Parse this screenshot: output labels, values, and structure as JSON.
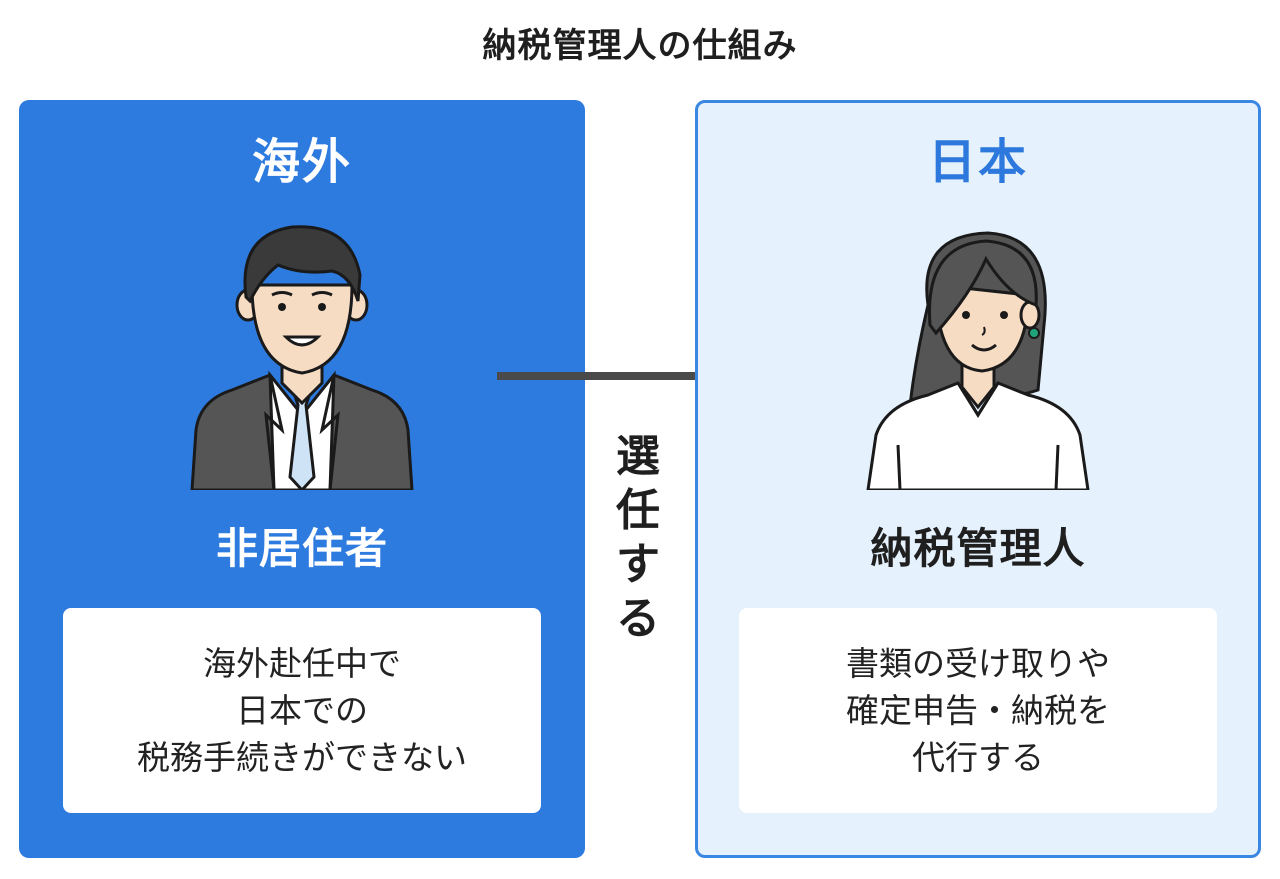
{
  "title": "納税管理人の仕組み",
  "left": {
    "heading": "海外",
    "role": "非居住者",
    "description_lines": [
      "海外赴任中で",
      "日本での",
      "税務手続きができない"
    ]
  },
  "right": {
    "heading": "日本",
    "role": "納税管理人",
    "description_lines": [
      "書類の受け取りや",
      "確定申告・納税を",
      "代行する"
    ]
  },
  "connector": {
    "label_chars": [
      "選",
      "任",
      "す",
      "る"
    ]
  },
  "colors": {
    "left_panel": "#2e7be0",
    "right_panel": "#e5f1fd",
    "right_border": "#3a86e3",
    "arrow": "#4a4a4a"
  }
}
